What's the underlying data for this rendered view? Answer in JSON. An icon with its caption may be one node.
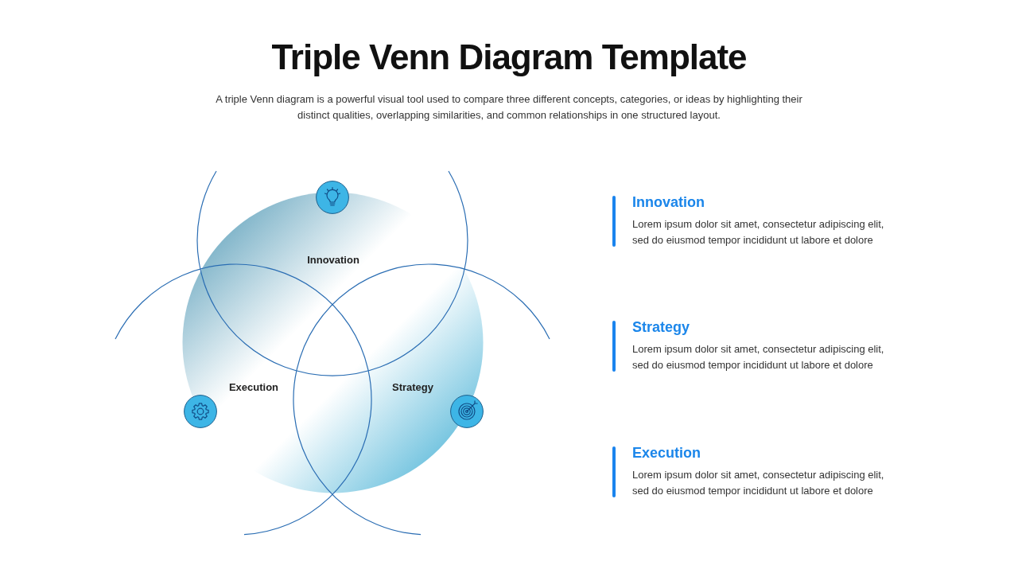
{
  "diagram": {
    "title": "Triple Venn Diagram Template",
    "nodes": [
      {
        "text": [
          "Innovation"
        ]
      },
      {
        "text": [
          "Execution"
        ]
      },
      {
        "text": [
          "Strategy"
        ]
      }
    ],
    "labels": [
      "A triple Venn diagram is a powerful visual tool used to compare three different concepts, categories, or ideas by highlighting their distinct qualities, overlapping similarities, and common relationships in one structured layout.",
      "Innovation",
      "Lorem ipsum dolor sit amet, consectetur adipiscing elit, sed do eiusmod tempor incididunt ut labore et dolore",
      "Strategy",
      "Lorem ipsum dolor sit amet, consectetur adipiscing elit, sed do eiusmod tempor incididunt ut labore et dolore",
      "Execution",
      "Lorem ipsum dolor sit amet, consectetur adipiscing elit, sed do eiusmod tempor incididunt ut labore et dolore"
    ]
  }
}
